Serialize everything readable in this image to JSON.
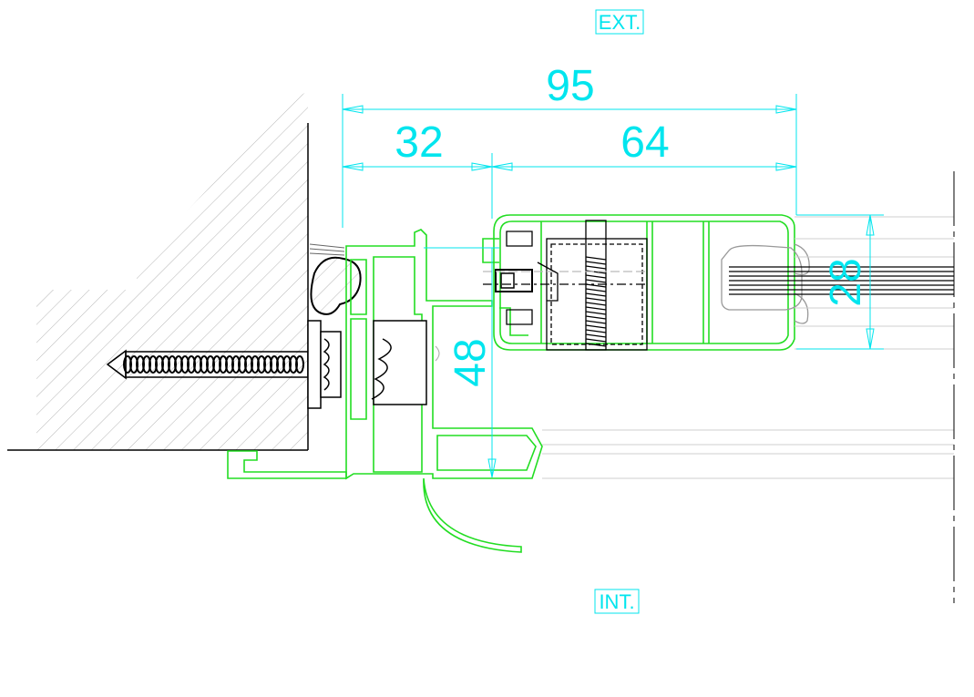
{
  "labels": {
    "exterior": "EXT.",
    "interior": "INT."
  },
  "dimensions": {
    "overall_width": "95",
    "frame_width": "32",
    "sash_width": "64",
    "frame_depth": "48",
    "glass_thickness": "28"
  },
  "colors": {
    "profile": "#22dd22",
    "dimension": "#00e5ee",
    "detail": "#000000",
    "wall_hatch": "#aaaaaa"
  }
}
